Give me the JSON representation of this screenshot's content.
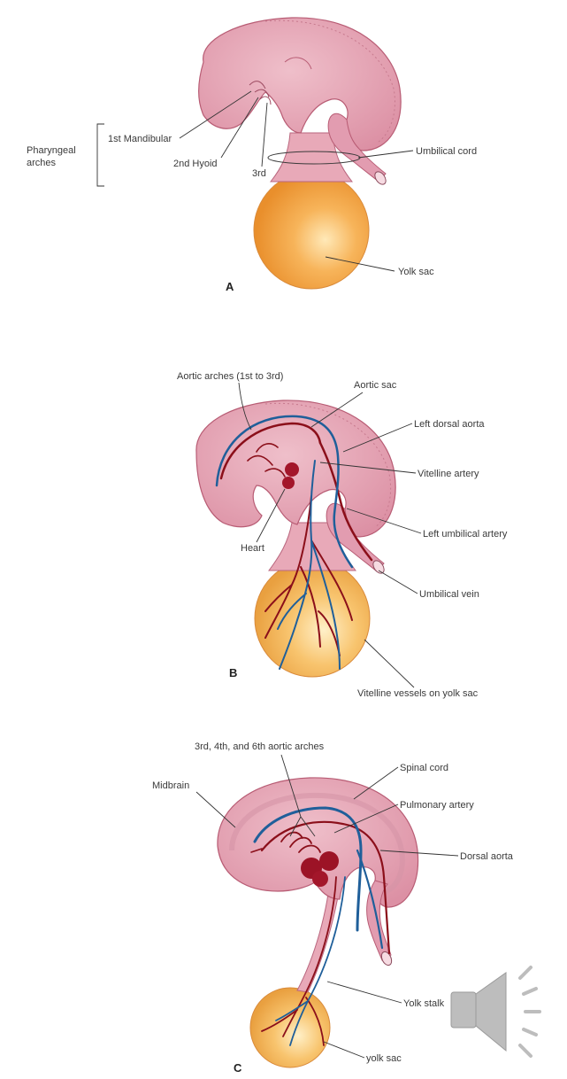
{
  "colors": {
    "embryo_fill": "#e6a4b4",
    "embryo_edge": "#b85c74",
    "embryo_inner": "#efc3cd",
    "yolk_sac": "#f2a13c",
    "yolk_highlight": "#ffe6b0",
    "artery": "#8b0f1a",
    "vein": "#1f5f9a",
    "speaker_icon": "#bdbdbd"
  },
  "panel_a": {
    "letter": "A",
    "labels": {
      "pharyngeal_arches": [
        "Pharyngeal",
        "arches"
      ],
      "first_mandibular": "1st Mandibular",
      "second_hyoid": "2nd Hyoid",
      "third": "3rd",
      "umbilical_cord": "Umbilical cord",
      "yolk_sac": "Yolk sac"
    }
  },
  "panel_b": {
    "letter": "B",
    "labels": {
      "aortic_arches": "Aortic arches (1st to 3rd)",
      "aortic_sac": "Aortic sac",
      "left_dorsal_aorta": "Left dorsal aorta",
      "vitelline_artery": "Vitelline artery",
      "left_umbilical_artery": "Left umbilical artery",
      "heart": "Heart",
      "umbilical_vein": "Umbilical vein",
      "vitelline_vessels": "Vitelline vessels on yolk sac"
    }
  },
  "panel_c": {
    "letter": "C",
    "labels": {
      "aortic_arches": "3rd, 4th, and 6th aortic arches",
      "midbrain": "Midbrain",
      "spinal_cord": "Spinal cord",
      "pulmonary_artery": "Pulmonary artery",
      "dorsal_aorta": "Dorsal aorta",
      "yolk_stalk": "Yolk stalk",
      "yolk_sac": "yolk sac"
    }
  }
}
